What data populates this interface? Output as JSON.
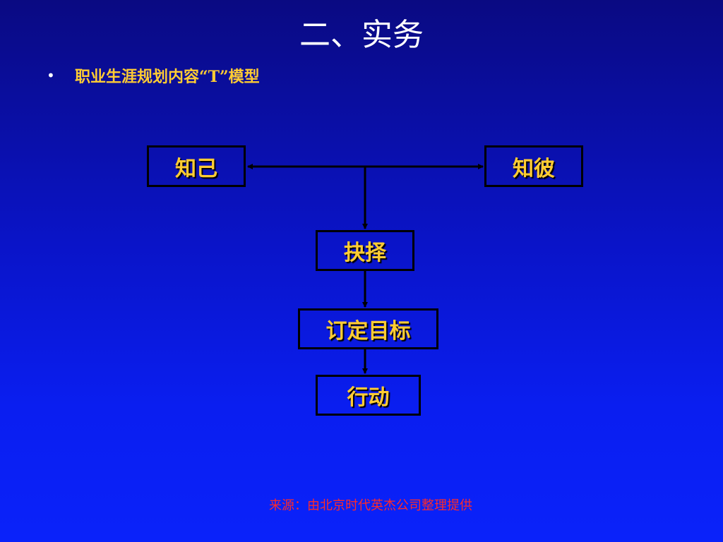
{
  "slide": {
    "title": "二、实务",
    "bullet": {
      "marker": "•",
      "text": "职业生涯规划内容“T”模型"
    },
    "source_note": "来源：由北京时代英杰公司整理提供"
  },
  "diagram": {
    "nodes": {
      "know_self": "知己",
      "know_other": "知彼",
      "choose": "抉择",
      "set_goal": "订定目标",
      "act": "行动"
    },
    "edges": [
      {
        "from": "junction",
        "to": "know_self",
        "arrow": true
      },
      {
        "from": "junction",
        "to": "know_other",
        "arrow": true
      },
      {
        "from": "junction",
        "to": "choose",
        "arrow": true
      },
      {
        "from": "choose",
        "to": "set_goal",
        "arrow": true
      },
      {
        "from": "set_goal",
        "to": "act",
        "arrow": true
      }
    ]
  },
  "colors": {
    "title": "#ffffff",
    "node_text": "#ffcc33",
    "node_border": "#000000",
    "source_note": "#ff2a2a"
  }
}
